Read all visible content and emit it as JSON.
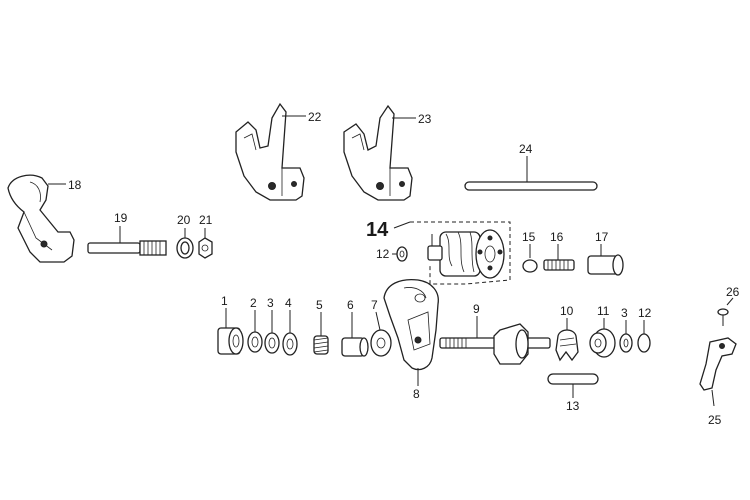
{
  "labels": {
    "p1": "1",
    "p2": "2",
    "p3": "3",
    "p4": "4",
    "p5": "5",
    "p6": "6",
    "p7": "7",
    "p8": "8",
    "p9": "9",
    "p10": "10",
    "p11": "11",
    "p3b": "3",
    "p12": "12",
    "p12b": "12",
    "p13": "13",
    "p14": "14",
    "p15": "15",
    "p16": "16",
    "p17": "17",
    "p18": "18",
    "p19": "19",
    "p20": "20",
    "p21": "21",
    "p22": "22",
    "p23": "23",
    "p24": "24",
    "p25": "25",
    "p26": "26"
  },
  "colors": {
    "ink": "#222222",
    "background": "#ffffff"
  }
}
